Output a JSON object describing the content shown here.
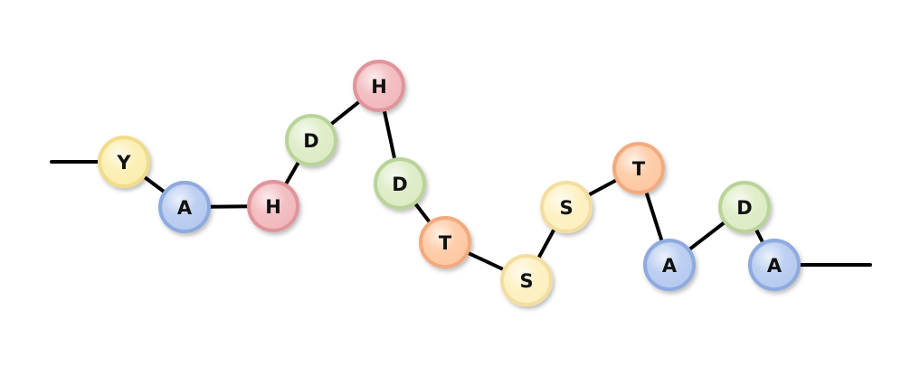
{
  "diagram": {
    "type": "peptide-chain",
    "residues": [
      {
        "letter": "Y",
        "kind": "Y"
      },
      {
        "letter": "A",
        "kind": "A"
      },
      {
        "letter": "H",
        "kind": "H"
      },
      {
        "letter": "D",
        "kind": "D"
      },
      {
        "letter": "H",
        "kind": "H"
      },
      {
        "letter": "D",
        "kind": "D"
      },
      {
        "letter": "T",
        "kind": "T"
      },
      {
        "letter": "S",
        "kind": "S"
      },
      {
        "letter": "S",
        "kind": "S"
      },
      {
        "letter": "T",
        "kind": "T"
      },
      {
        "letter": "A",
        "kind": "A"
      },
      {
        "letter": "D",
        "kind": "D"
      },
      {
        "letter": "A",
        "kind": "A"
      }
    ],
    "colors": {
      "Y": {
        "fill": "#fbeeb0",
        "stroke": "#f0dc8c"
      },
      "A": {
        "fill": "#b7cbf0",
        "stroke": "#8eaade"
      },
      "H": {
        "fill": "#f2b9bd",
        "stroke": "#df959b"
      },
      "D": {
        "fill": "#dcecc4",
        "stroke": "#b9d39b"
      },
      "T": {
        "fill": "#fdc9a2",
        "stroke": "#f3aa7e"
      },
      "S": {
        "fill": "#fdf0c0",
        "stroke": "#f3dea0"
      },
      "line": "#000000"
    }
  }
}
